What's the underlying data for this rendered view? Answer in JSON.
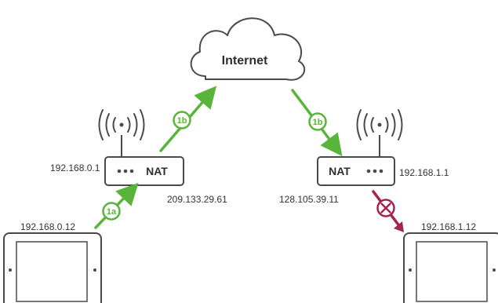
{
  "colors": {
    "ok_arrow": "#59b53a",
    "blocked_arrow": "#a52350",
    "outline": "#4a4a4a",
    "text": "#333333"
  },
  "cloud": {
    "label": "Internet",
    "icon": "cloud-icon"
  },
  "left": {
    "nat_label": "NAT",
    "router_internal_ip": "192.168.0.1",
    "router_public_ip": "209.133.29.61",
    "device_ip": "192.168.0.12",
    "icons": [
      "wifi-icon",
      "router-icon",
      "tablet-icon"
    ]
  },
  "right": {
    "nat_label": "NAT",
    "router_internal_ip": "192.168.1.1",
    "router_public_ip": "128.105.39.11",
    "device_ip": "192.168.1.12",
    "icons": [
      "wifi-icon",
      "router-icon",
      "tablet-icon"
    ]
  },
  "steps": {
    "step_1a": "1a",
    "step_1b_out": "1b",
    "step_1b_in": "1b",
    "blocked_icon": "blocked-x-icon"
  }
}
